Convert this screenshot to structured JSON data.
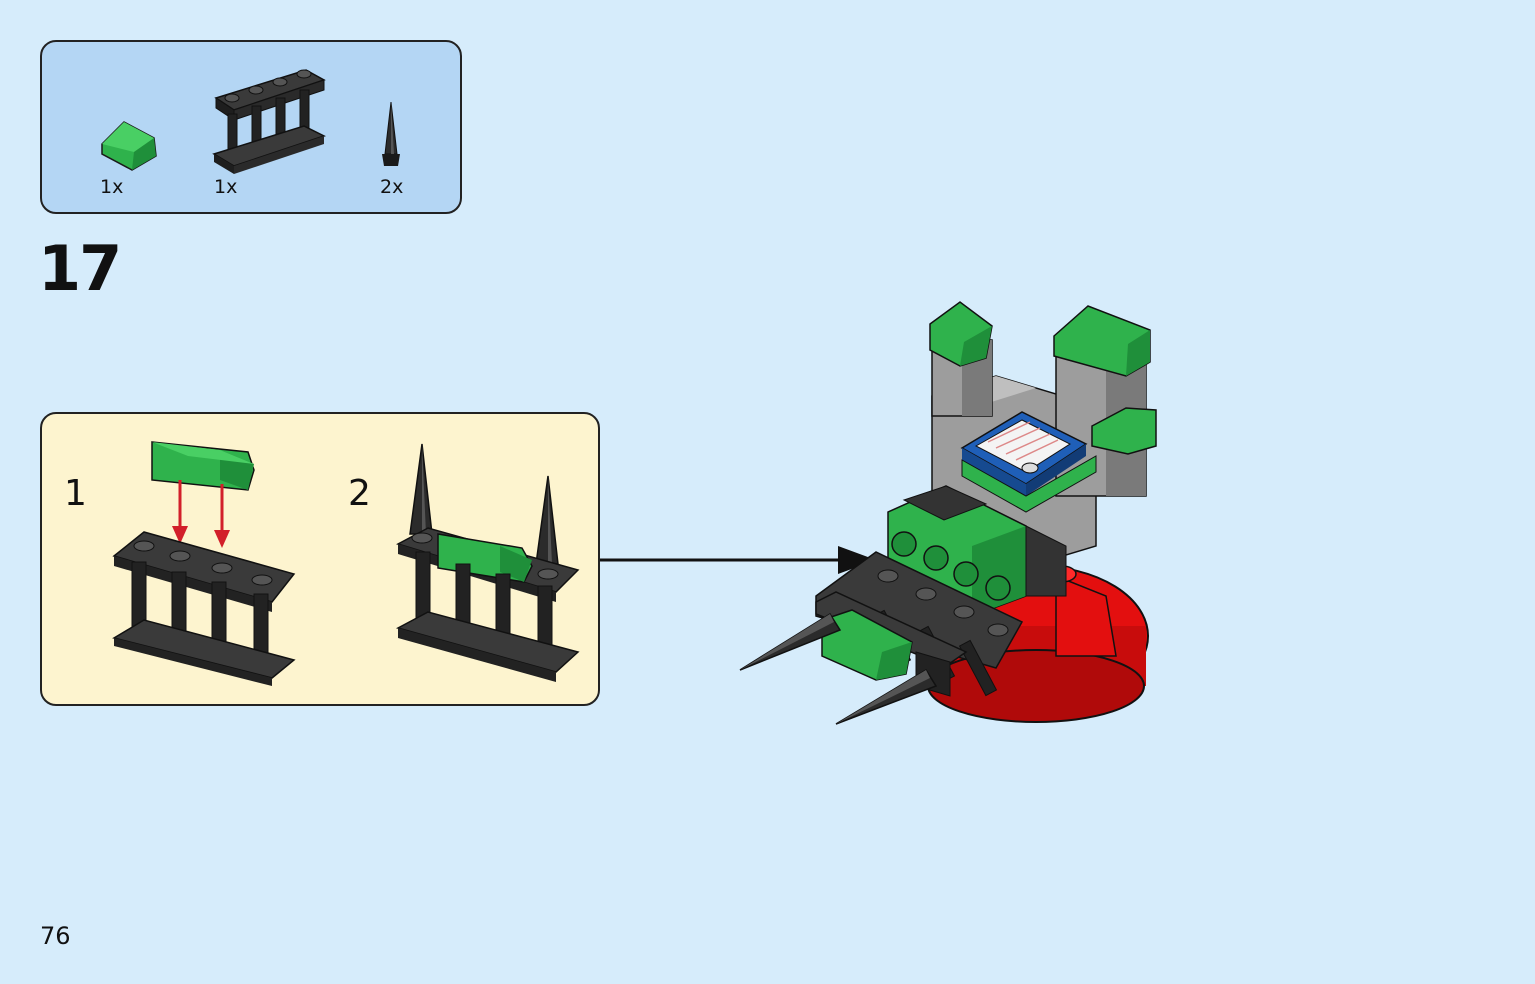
{
  "parts_list": {
    "items": [
      {
        "icon": "green-slope-icon",
        "quantity": "1x",
        "color": "#2fb24c"
      },
      {
        "icon": "black-fence-icon",
        "quantity": "1x",
        "color": "#2b2b2b"
      },
      {
        "icon": "black-spike-icon",
        "quantity": "2x",
        "color": "#2b2b2b"
      }
    ]
  },
  "step": {
    "number": "17"
  },
  "sub_steps": [
    {
      "label": "1"
    },
    {
      "label": "2"
    }
  ],
  "page": {
    "number": "76"
  },
  "colors": {
    "background": "#d6ecfb",
    "parts_box": "#b4d6f4",
    "sub_box": "#fdf4cf",
    "green": "#2fb24c",
    "red": "#e30f0f",
    "gray": "#9d9d9d",
    "blue": "#1f5fb8"
  }
}
